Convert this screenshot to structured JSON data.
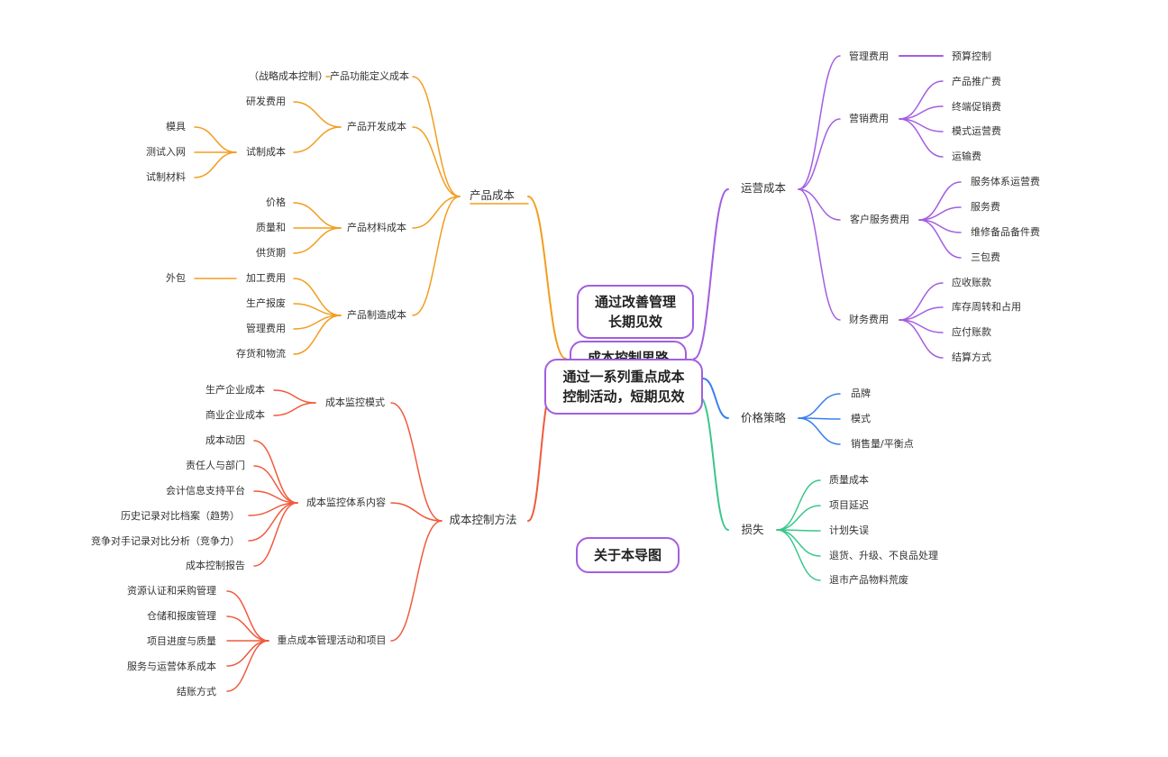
{
  "central": {
    "top_box": "通过改善管理\n长期见效",
    "middle_box": "成本控制思路",
    "main_box": "通过一系列重点成本\n控制活动，短期见效",
    "about_box": "关于本导图"
  },
  "colors": {
    "orange": "#f29d1f",
    "purple": "#a35ee0",
    "red": "#f05a3c",
    "blue": "#3a7ff0",
    "green": "#38c78a"
  },
  "left": {
    "product_cost": {
      "label": "产品成本",
      "function_def": {
        "label": "产品功能定义成本",
        "child": "（战略成本控制）"
      },
      "dev": {
        "label": "产品开发成本",
        "children": {
          "rd": "研发费用",
          "trial": {
            "label": "试制成本",
            "children": [
              "模具",
              "测试入网",
              "试制材料"
            ]
          }
        }
      },
      "material": {
        "label": "产品材料成本",
        "children": [
          "价格",
          "质量和",
          "供货期"
        ]
      },
      "manufacture": {
        "label": "产品制造成本",
        "children": {
          "processing": {
            "label": "加工费用",
            "child": "外包"
          },
          "others": [
            "生产报废",
            "管理费用",
            "存货和物流"
          ]
        }
      }
    },
    "control_method": {
      "label": "成本控制方法",
      "monitor_mode": {
        "label": "成本监控模式",
        "children": [
          "生产企业成本",
          "商业企业成本"
        ]
      },
      "monitor_system": {
        "label": "成本监控体系内容",
        "children": [
          "成本动因",
          "责任人与部门",
          "会计信息支持平台",
          "历史记录对比档案（趋势）",
          "竞争对手记录对比分析（竞争力）",
          "成本控制报告"
        ]
      },
      "key_activities": {
        "label": "重点成本管理活动和项目",
        "children": [
          "资源认证和采购管理",
          "仓储和报废管理",
          "项目进度与质量",
          "服务与运营体系成本",
          "结账方式"
        ]
      }
    }
  },
  "right": {
    "operation_cost": {
      "label": "运营成本",
      "management": {
        "label": "管理费用",
        "child": "预算控制"
      },
      "marketing": {
        "label": "营销费用",
        "children": [
          "产品推广费",
          "终端促销费",
          "模式运营费",
          "运输费"
        ]
      },
      "customer_service": {
        "label": "客户服务费用",
        "children": [
          "服务体系运营费",
          "服务费",
          "维修备品备件费",
          "三包费"
        ]
      },
      "finance": {
        "label": "财务费用",
        "children": [
          "应收账款",
          "库存周转和占用",
          "应付账款",
          "结算方式"
        ]
      }
    },
    "price_strategy": {
      "label": "价格策略",
      "children": [
        "品牌",
        "模式",
        "销售量/平衡点"
      ]
    },
    "loss": {
      "label": "损失",
      "children": [
        "质量成本",
        "项目延迟",
        "计划失误",
        "退货、升级、不良品处理",
        "退市产品物料荒废"
      ]
    }
  }
}
